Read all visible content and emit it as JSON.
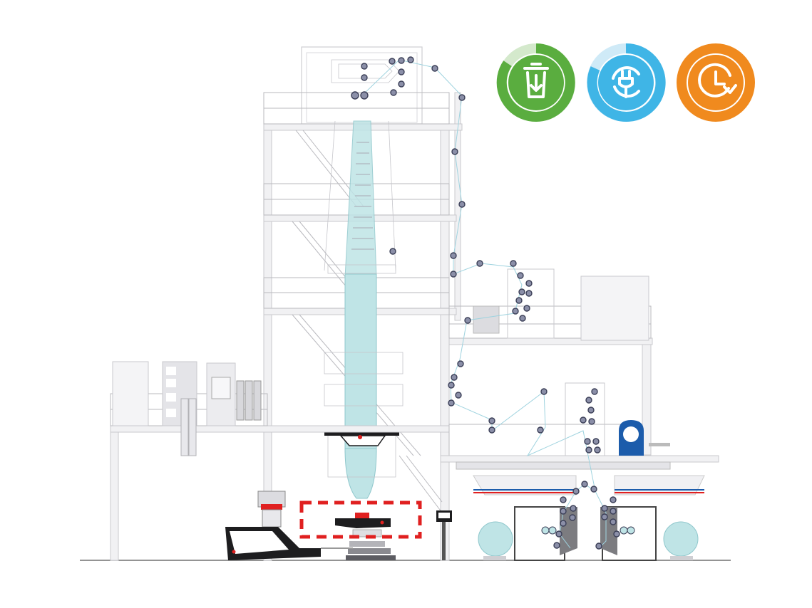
{
  "diagram": {
    "highlight_color": "#e02020",
    "bubble_color": "#bfe4e6",
    "badges": [
      {
        "name": "waste-reduction-badge",
        "icon": "trash-download-icon",
        "color": "#5aad3f",
        "track": "#d4e9cc"
      },
      {
        "name": "energy-saving-badge",
        "icon": "leaf-plug-icon",
        "color": "#3fb5e6",
        "track": "#cfeaf7"
      },
      {
        "name": "time-saving-badge",
        "icon": "clock-arrow-icon",
        "color": "#f08a1e",
        "track": "#f08a1e"
      }
    ]
  }
}
